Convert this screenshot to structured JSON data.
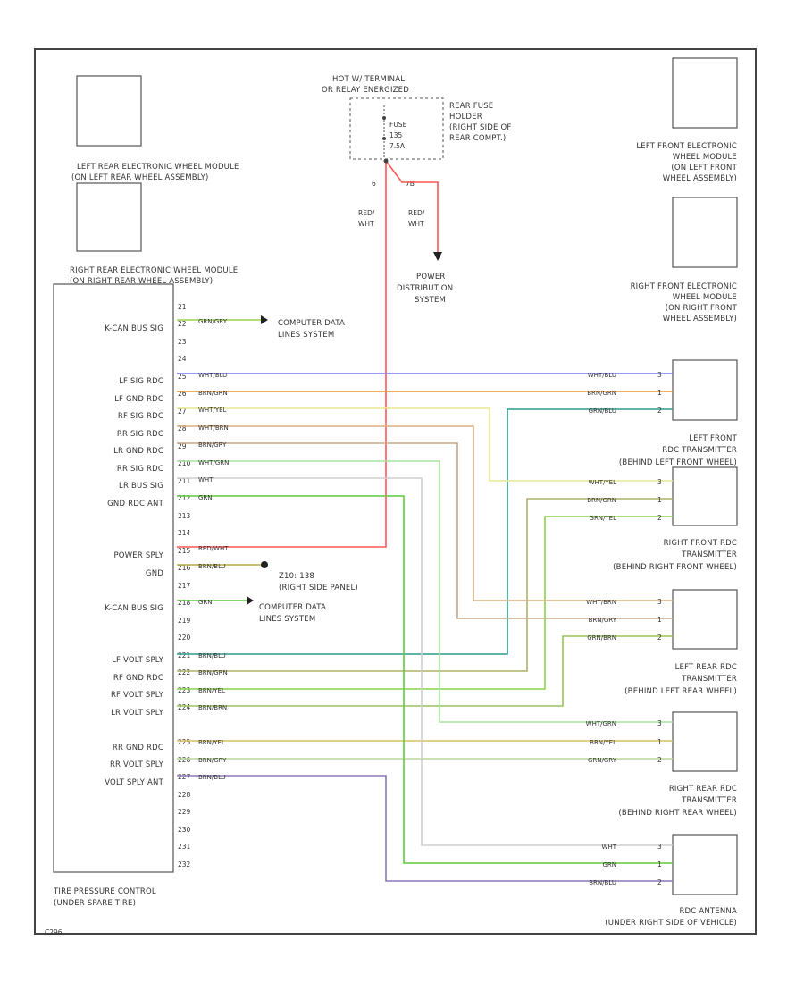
{
  "title": {
    "hot_terminal_line1": "HOT W/ TERMINAL",
    "hot_terminal_line2": "OR RELAY ENERGIZED"
  },
  "fuse": {
    "label1": "FUSE",
    "label2": "135",
    "label3": "7.5A",
    "holder_lines": [
      "REAR FUSE",
      "HOLDER",
      "(RIGHT SIDE OF",
      "REAR COMPT.)"
    ],
    "pin_left": "6",
    "pin_right": "7B",
    "wire_left_line1": "RED/",
    "wire_left_line2": "WHT",
    "wire_right_line1": "RED/",
    "wire_right_line2": "WHT",
    "power_dist_lines": [
      "POWER",
      "DISTRIBUTION",
      "SYSTEM"
    ]
  },
  "wheel_modules": {
    "left_rear": [
      "LEFT REAR ELECTRONIC WHEEL MODULE",
      "(ON LEFT REAR WHEEL ASSEMBLY)"
    ],
    "right_rear": [
      "RIGHT REAR ELECTRONIC WHEEL MODULE",
      "(ON RIGHT REAR WHEEL ASSEMBLY)"
    ],
    "left_front": [
      "LEFT FRONT ELECTRONIC",
      "WHEEL MODULE",
      "(ON LEFT FRONT",
      "WHEEL ASSEMBLY)"
    ],
    "right_front": [
      "RIGHT FRONT ELECTRONIC",
      "WHEEL MODULE",
      "(ON RIGHT FRONT",
      "WHEEL ASSEMBLY)"
    ]
  },
  "transmitters": {
    "left_front": [
      "LEFT FRONT",
      "RDC TRANSMITTER",
      "(BEHIND LEFT FRONT WHEEL)"
    ],
    "right_front": [
      "RIGHT FRONT RDC",
      "TRANSMITTER",
      "(BEHIND RIGHT FRONT WHEEL)"
    ],
    "left_rear": [
      "LEFT REAR RDC",
      "TRANSMITTER",
      "(BEHIND LEFT REAR WHEEL)"
    ],
    "right_rear": [
      "RIGHT REAR RDC",
      "TRANSMITTER",
      "(BEHIND RIGHT REAR WHEEL)"
    ],
    "antenna": [
      "RDC ANTENNA",
      "(UNDER RIGHT SIDE OF VEHICLE)"
    ]
  },
  "controller": {
    "name_lines": [
      "TIRE PRESSURE CONTROL",
      "(UNDER SPARE TIRE)"
    ],
    "pin_labels": [
      "K-CAN BUS SIG",
      "LF SIG RDC",
      "LF GND RDC",
      "RF SIG RDC",
      "RR SIG RDC",
      "LR GND RDC",
      "RR SIG RDC",
      "LR BUS SIG",
      "GND RDC ANT",
      "POWER SPLY",
      "GND",
      "K-CAN BUS SIG",
      "LF VOLT SPLY",
      "RF GND RDC",
      "RF VOLT SPLY",
      "LR VOLT SPLY",
      "RR GND RDC",
      "RR VOLT SPLY",
      "VOLT SPLY ANT"
    ],
    "pins": [
      "21",
      "22",
      "23",
      "24",
      "25",
      "26",
      "27",
      "28",
      "29",
      "210",
      "211",
      "212",
      "213",
      "214",
      "215",
      "216",
      "217",
      "218",
      "219",
      "220",
      "221",
      "222",
      "223",
      "224",
      "225",
      "226",
      "227",
      "228",
      "229",
      "230",
      "231",
      "232"
    ]
  },
  "refs": {
    "computer_data_1": [
      "COMPUTER DATA",
      "LINES SYSTEM"
    ],
    "ground": [
      "Z10: 138",
      "(RIGHT SIDE PANEL)"
    ],
    "computer_data_2": [
      "COMPUTER DATA",
      "LINES SYSTEM"
    ]
  },
  "wires_controller": [
    "GRN/GRY",
    "WHT/BLU",
    "BRN/GRN",
    "WHT/YEL",
    "WHT/BRN",
    "BRN/GRY",
    "WHT/GRN",
    "WHT",
    "GRN",
    "RED/WHT",
    "BRN/BLU",
    "GRN",
    "BRN/BLU",
    "BRN/GRN",
    "BRN/YEL",
    "BRN/BRN",
    "BRN/YEL",
    "BRN/GRY",
    "BRN/BLU"
  ],
  "wires_right": [
    "WHT/BLU",
    "BRN/GRN",
    "GRN/BLU",
    "WHT/YEL",
    "BRN/GRN",
    "GRN/YEL",
    "WHT/BRN",
    "BRN/GRY",
    "GRN/BRN",
    "WHT/GRN",
    "BRN/YEL",
    "GRN/GRY",
    "WHT",
    "GRN",
    "BRN/BLU"
  ],
  "connector_pins": [
    "3",
    "1",
    "2",
    "3",
    "1",
    "2",
    "3",
    "1",
    "2",
    "3",
    "1",
    "2",
    "3",
    "1",
    "2"
  ],
  "figure_id": "C296"
}
